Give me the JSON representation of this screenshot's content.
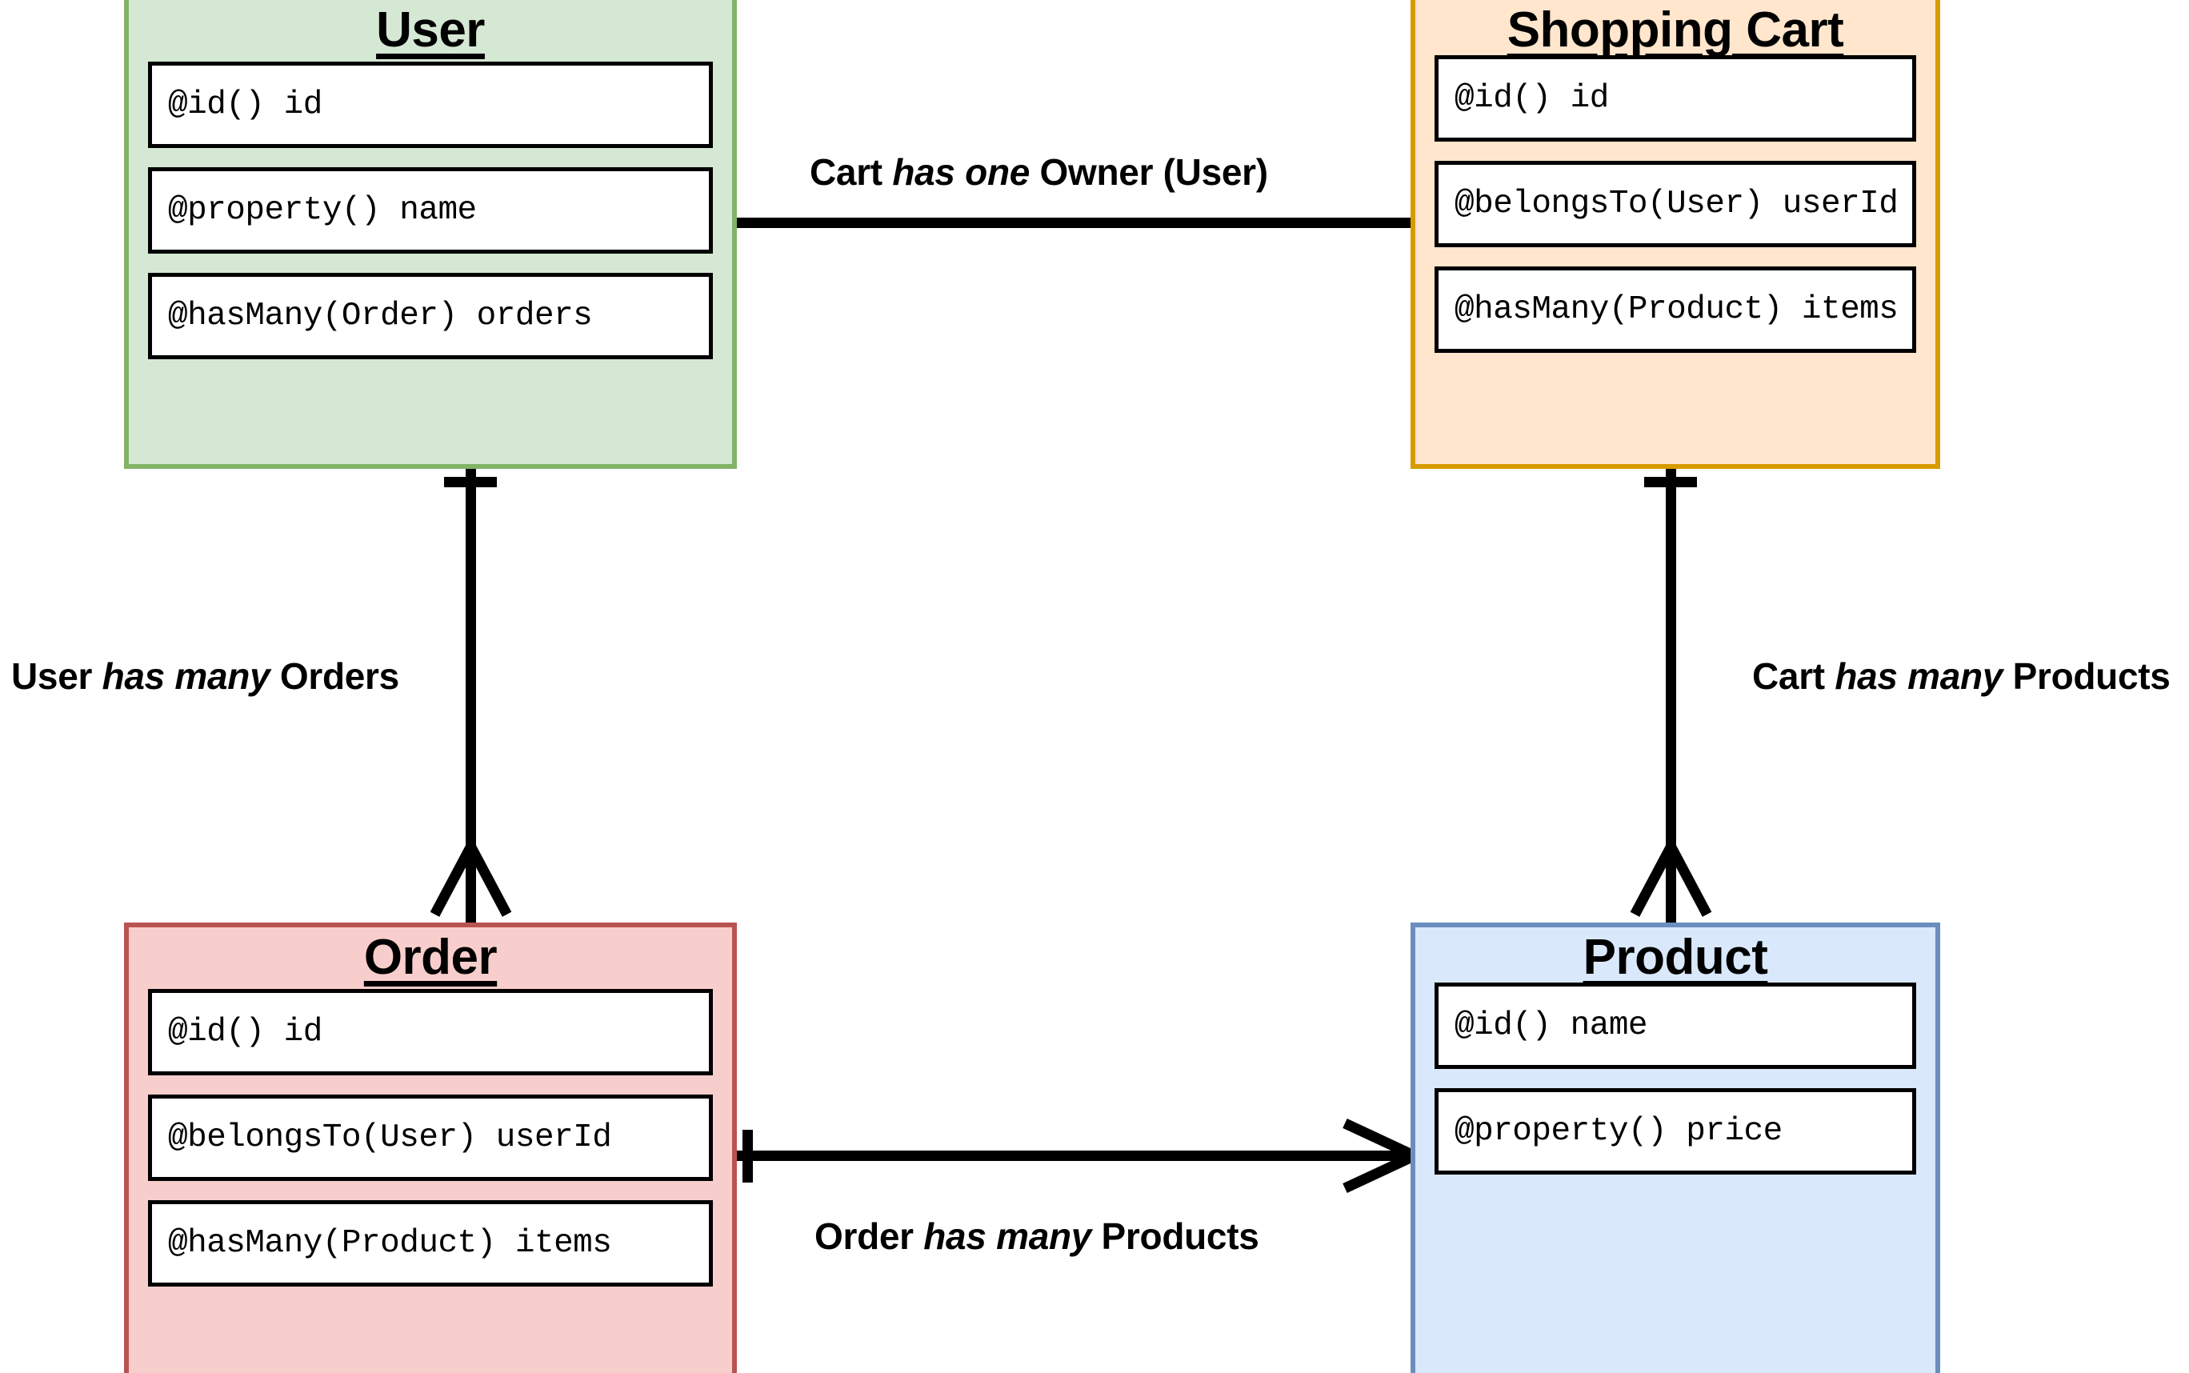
{
  "diagram": {
    "type": "entity-relationship",
    "notation": "crows-foot",
    "background": "#ffffff"
  },
  "entities": [
    {
      "id": "user",
      "title": "User",
      "fill": "#d5e8d4",
      "stroke": "#82b366",
      "attributes": [
        "@id() id",
        "@property() name",
        "@hasMany(Order) orders"
      ]
    },
    {
      "id": "shopping_cart",
      "title": "Shopping Cart",
      "fill": "#ffe6cc",
      "stroke": "#d79b00",
      "attributes": [
        "@id() id",
        "@belongsTo(User) userId",
        "@hasMany(Product) items"
      ]
    },
    {
      "id": "order",
      "title": "Order",
      "fill": "#f8cecc",
      "stroke": "#b85450",
      "attributes": [
        "@id() id",
        "@belongsTo(User) userId",
        "@hasMany(Product) items"
      ]
    },
    {
      "id": "product",
      "title": "Product",
      "fill": "#dae8fc",
      "stroke": "#6c8ebf",
      "attributes": [
        "@id() name",
        "@property() price"
      ]
    }
  ],
  "relationships": [
    {
      "id": "cart_owner",
      "from": "user",
      "to": "shopping_cart",
      "label_prefix": "Cart ",
      "label_verb": "has one",
      "label_suffix": " Owner (User)",
      "label_full": "Cart has one Owner (User)",
      "cardinality": "one-to-one"
    },
    {
      "id": "user_orders",
      "from": "user",
      "to": "order",
      "label_prefix": "User ",
      "label_verb": "has many",
      "label_suffix": " Orders",
      "label_full": "User has many Orders",
      "cardinality": "one-to-many"
    },
    {
      "id": "cart_products",
      "from": "shopping_cart",
      "to": "product",
      "label_prefix": "Cart ",
      "label_verb": "has many",
      "label_suffix": " Products",
      "label_full": "Cart has many Products",
      "cardinality": "one-to-many"
    },
    {
      "id": "order_products",
      "from": "order",
      "to": "product",
      "label_prefix": "Order ",
      "label_verb": "has many",
      "label_suffix": " Products",
      "label_full": "Order has many Products",
      "cardinality": "one-to-many"
    }
  ]
}
